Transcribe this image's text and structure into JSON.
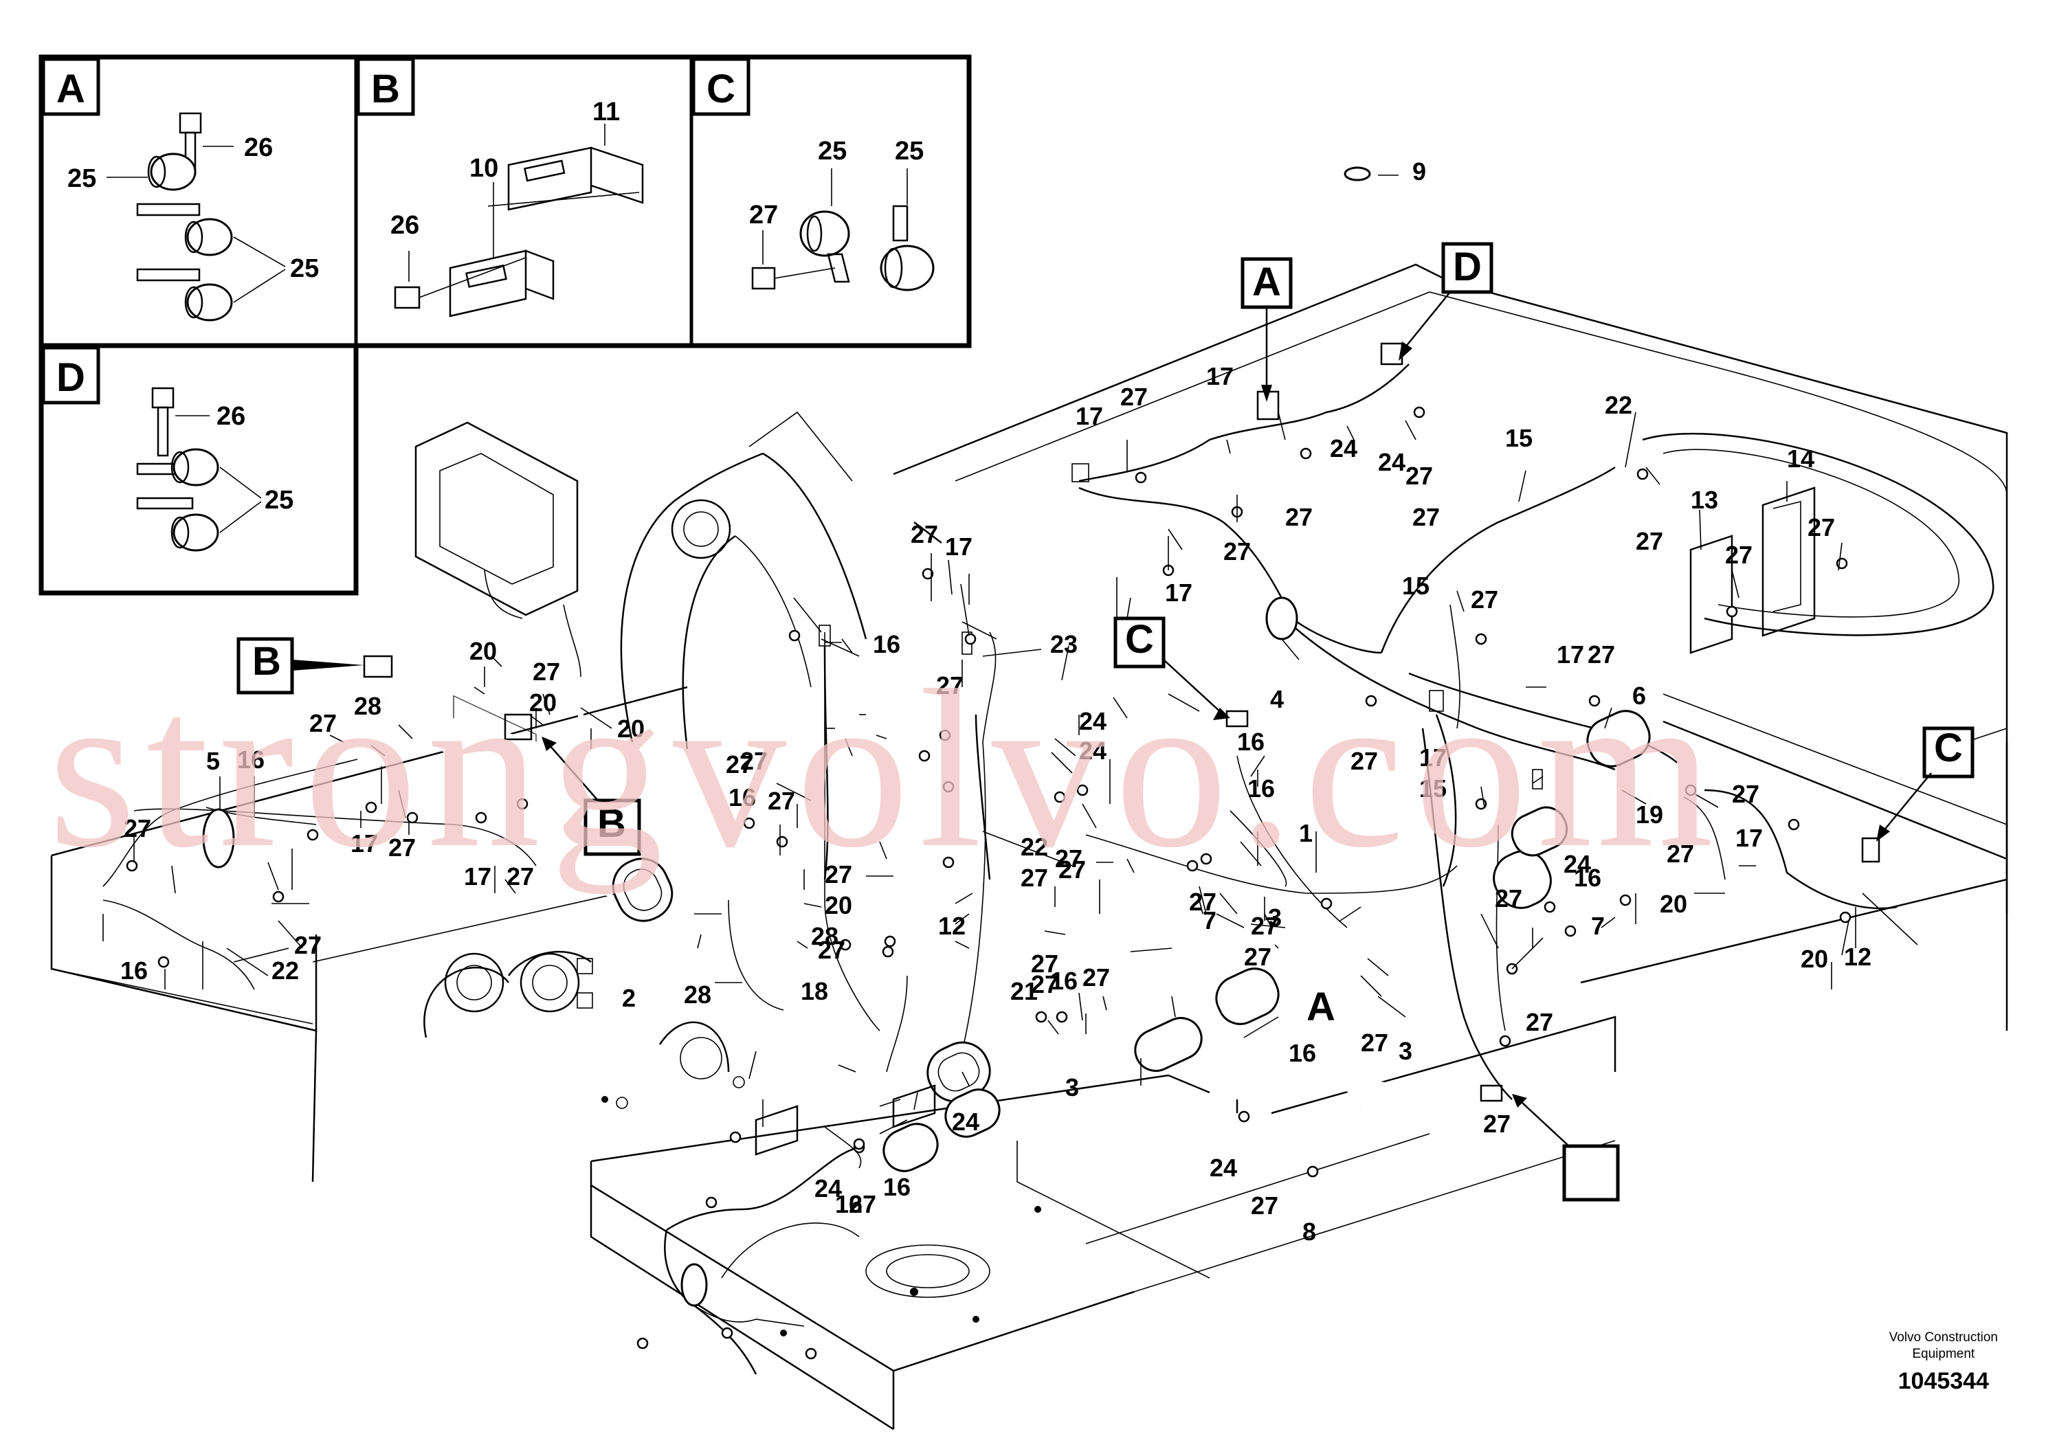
{
  "insets": [
    {
      "letter": "A",
      "parts": [
        "25",
        "26",
        "25"
      ]
    },
    {
      "letter": "B",
      "parts": [
        "11",
        "10",
        "26"
      ]
    },
    {
      "letter": "C",
      "parts": [
        "25",
        "25",
        "27"
      ]
    },
    {
      "letter": "D",
      "parts": [
        "26",
        "25"
      ]
    }
  ],
  "callouts": [
    "9",
    "A",
    "D",
    "17",
    "27",
    "17",
    "24",
    "24",
    "27",
    "22",
    "15",
    "27",
    "27",
    "17",
    "27",
    "27",
    "14",
    "13",
    "27",
    "27",
    "27",
    "17",
    "16",
    "23",
    "27",
    "15",
    "27",
    "4",
    "6",
    "17",
    "27",
    "27",
    "17",
    "15",
    "19",
    "C",
    "C",
    "27",
    "17",
    "20",
    "B",
    "20",
    "28",
    "27",
    "20",
    "27",
    "5",
    "16",
    "B",
    "27",
    "17",
    "27",
    "17",
    "27",
    "27",
    "27",
    "16",
    "27",
    "16",
    "22",
    "27",
    "24",
    "24",
    "27",
    "16",
    "27",
    "16",
    "1",
    "27",
    "27",
    "7",
    "22",
    "27",
    "2",
    "27",
    "20",
    "3",
    "28",
    "27",
    "16",
    "27",
    "24",
    "27",
    "7",
    "20",
    "20",
    "12",
    "12",
    "28",
    "27",
    "27",
    "27",
    "18",
    "21",
    "16",
    "27",
    "A",
    "3",
    "3",
    "16",
    "27",
    "27",
    "24",
    "16",
    "27",
    "24",
    "27",
    "8",
    "16",
    "27",
    "24"
  ],
  "footer": {
    "brand_line1": "Volvo Construction",
    "brand_line2": "Equipment",
    "code": "1045344"
  },
  "watermark": "strongvolvo.com"
}
